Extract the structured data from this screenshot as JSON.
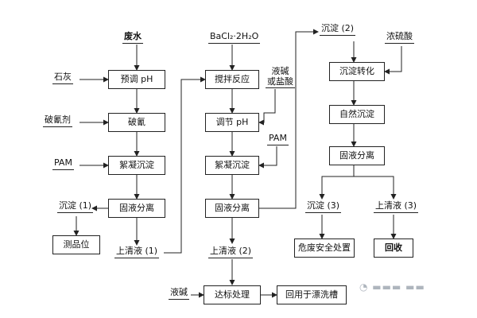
{
  "col1": {
    "input": "废水",
    "lime": "石灰",
    "step_ph": "预调 pH",
    "cn_agent": "破氰剂",
    "step_cn": "破氰",
    "pam": "PAM",
    "step_floc": "絮凝沉淀",
    "step_sep": "固液分离",
    "sludge1": "沉淀 (1)",
    "test": "测品位",
    "super1": "上清液 (1)"
  },
  "col2": {
    "reagent": "BaCl₂·2H₂O",
    "step_stir": "搅拌反应",
    "alkali_acid_1": "液碱",
    "alkali_acid_2": "或盐酸",
    "step_ph": "调节 pH",
    "pam": "PAM",
    "step_floc": "絮凝沉淀",
    "step_sep": "固液分离",
    "super2": "上清液 (2)"
  },
  "col3": {
    "sludge2": "沉淀 (2)",
    "conc_acid": "浓硫酸",
    "step_convert": "沉淀转化",
    "step_settle": "自然沉淀",
    "step_sep": "固液分离",
    "sludge3": "沉淀 (3)",
    "super3": "上清液 (3)",
    "safe": "危废安全处置",
    "recover": "回收"
  },
  "bottom": {
    "alkali": "液碱",
    "step_std": "达标处理",
    "reuse": "回用于漂洗槽"
  },
  "colors": {
    "line": "#222222",
    "box_border": "#222222",
    "watermark": "#9aa3ad"
  }
}
